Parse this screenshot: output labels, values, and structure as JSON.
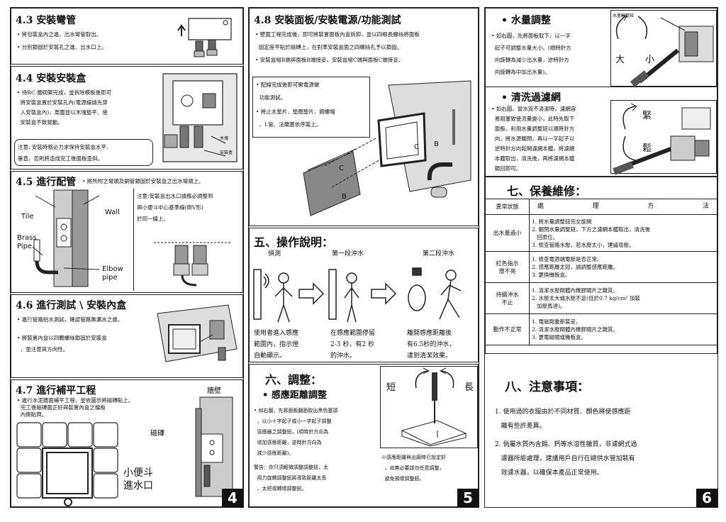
{
  "p4": {
    "s43": {
      "title": "4.3 安裝彎管",
      "lines": [
        "• 將包裝盒內之進、出水彎管取出。",
        "• 分別鎖固於安裝孔之進、出水口上。"
      ]
    },
    "s44": {
      "title": "4.4 安裝安裝盒",
      "lines": [
        "• 待RC 牆砌築完成，並拆除模板後即可",
        "  將安裝盒置於安裝孔內(電源線請先穿",
        "  入安裝盒內)，周圍並以木塊墊平、使",
        "  安裝盒不致晃動。"
      ],
      "labels": [
        "木塊",
        "安裝盒"
      ],
      "note": [
        "注意: 安裝時務必力求保持安裝盒水平、",
        "垂直，否則將造成完工後面板歪斜。"
      ]
    },
    "s45": {
      "title": "4.5  進行配管",
      "subtitle": "• 將所附之彎頭及銅管鎖固於安裝盒之出水彎頭上。",
      "labels": {
        "tile": "Tile",
        "wall": "Wall",
        "brass": "Brass\nPipe",
        "elbow": "Elbow\npipe"
      },
      "note": [
        "注意:安裝盒出水口請務必調整到",
        "與小便斗中心基準線(倒V形)",
        "於同一線上。"
      ]
    },
    "s46": {
      "title": "4.6 進行測試 \\ 安裝內盒",
      "lines": [
        "• 進行管路給水測試，確認管路無漏水之虞。",
        "• 將裝置內盒以四顆螺絲鎖固於安裝盒",
        "  ，並注意其方向性。"
      ]
    },
    "s47": {
      "title": "4.7 進行補平工程",
      "lines": [
        "• 進行水泥牆面補平工程，並依圖示將磁磚貼上。",
        "  完工後磁磚面正好與裝置內盒之檔板",
        "  內側貼齊。"
      ],
      "labels": {
        "wall": "牆壁",
        "tile": "磁磚",
        "urinal": "小便斗\n進水口"
      }
    },
    "page": "4"
  },
  "p5": {
    "s48": {
      "title": "4.8 安裝面板/安裝電源/功能測試",
      "lines": [
        "• 壁面工程完成後，即可將裝置面板內盒拆卸，並以四根長螺絲將面板",
        "  固定座平貼於磁磚上，在對準安裝盒面之四螺絲孔予以鎖固。",
        "• 安裝盒組B端與面板B端接妥，安裝盒組C端與面板C端接妥。"
      ],
      "note": [
        "• 配線完成後即可開電源做",
        "  功能測試。",
        "• 將止水墊片、墊圈墊片、鋼螺帽",
        "  、L管、法蘭蓋依序裝上。"
      ],
      "letters": [
        "C",
        "B",
        "C",
        "B"
      ]
    },
    "s5": {
      "title": "五、操作說明：",
      "steps": [
        {
          "name": "偵測",
          "desc": "使用者進入感應\n範圍內，指示燈\n自動顯示。"
        },
        {
          "name": "第一段沖水",
          "desc": "在感應範圍停留\n2-3 秒，有2 秒\n的沖水。"
        },
        {
          "name": "第二段沖水",
          "desc": "離開感應距離後\n有6.5秒的沖水，\n達到清潔效果。"
        }
      ]
    },
    "s6": {
      "title": "六、調整：",
      "subtitle": "• 感應距離調整",
      "lines": [
        "• 如右圖，先將面板翻面取出黑色塞頭",
        "  ，以小十字起子或小一字起子調整",
        "  感應器之調整鈕，(順時針方向為",
        "  增加感應距離，逆時針方向為",
        "  減少感應距離)。",
        "警告：你只須輕微調整調整鈕，太",
        "  用力旋轉調整鈕將導致距離太長",
        "  、太短或轉壞調整鈕。"
      ],
      "short": "短",
      "long": "長",
      "note": [
        "※感應距離與出廠時已設定好",
        "  ，如無必要請勿任意調整，",
        "  避免損壞調整鈕。"
      ]
    },
    "page": "5"
  },
  "p6": {
    "water": {
      "title": "• 水量調整",
      "lines": [
        "• 如右圖，先將面板取下，以一字",
        "  起子可調整水量大小。(順時針方",
        "  向旋轉為減少出水量，逆時針方",
        "  向旋轉為中加出水量)。"
      ],
      "fig_label": "水量調整鈕",
      "big": "大",
      "small": "小"
    },
    "filter": {
      "title": "• 清洗過濾網",
      "lines": [
        "• 如右圖，當水質不清潔時，濾網容",
        "  易阻塞致使流量變小，此時先取下",
        "  面板，利用水量調整鈕以順時針方",
        "  向，將水源關閉，再以一字起子以",
        "  逆時針方向鬆開濾網本體，將濾網",
        "  本體取出，清洗後，再將濾網本體",
        "  鎖回即可。"
      ],
      "tight": "緊",
      "loose": "鬆"
    },
    "s7": {
      "title": "七、保養維修：",
      "headers": [
        "異常狀態",
        "處",
        "理",
        "方",
        "法"
      ],
      "rows": [
        {
          "state": "出水量過小",
          "fixes": [
            "1. 將水量調整鈕完全旋開",
            "2. 關閉水量調整鈕，下方之濾網本體取出，清洗後",
            "   回原位。",
            "3. 檢查管路水壓，若水壓太小，建議增壓。"
          ]
        },
        {
          "state": "紅色指示\n燈不亮",
          "fixes": [
            "1. 檢查電源端電壓是否正常。",
            "2. 感應距離太短，請調整感應距離。",
            "3. 更換機板盒。"
          ]
        },
        {
          "state": "持續沖水\n不止",
          "fixes": [
            "1. 清潔水壓閥體內橡膠閥片之雜質。",
            "2. 水壓太大或水壓不足(低於0.7 kg/cm² 加裝",
            "   加壓馬達)。"
          ]
        },
        {
          "state": "動作不正常",
          "fixes": [
            "1. 電磁閥重新裝妥。",
            "2. 清潔水壓閥體內橡膠閥片之雜質。",
            "3. 更電磁閥或機板盒。"
          ]
        }
      ]
    },
    "s8": {
      "title": "八、注意事項：",
      "items": [
        "1. 使用過的衣服由於不同材質、顏色將使感應距",
        "   離有些許差異。",
        "2. 倘屬水質內含錫、鈣等水溶性雜質，非濾網式過",
        "   濾器所能處理，建議用戶自行在總供水管加裝有",
        "   效濾水器，以確保本產品正常使用。"
      ]
    },
    "page": "6"
  }
}
